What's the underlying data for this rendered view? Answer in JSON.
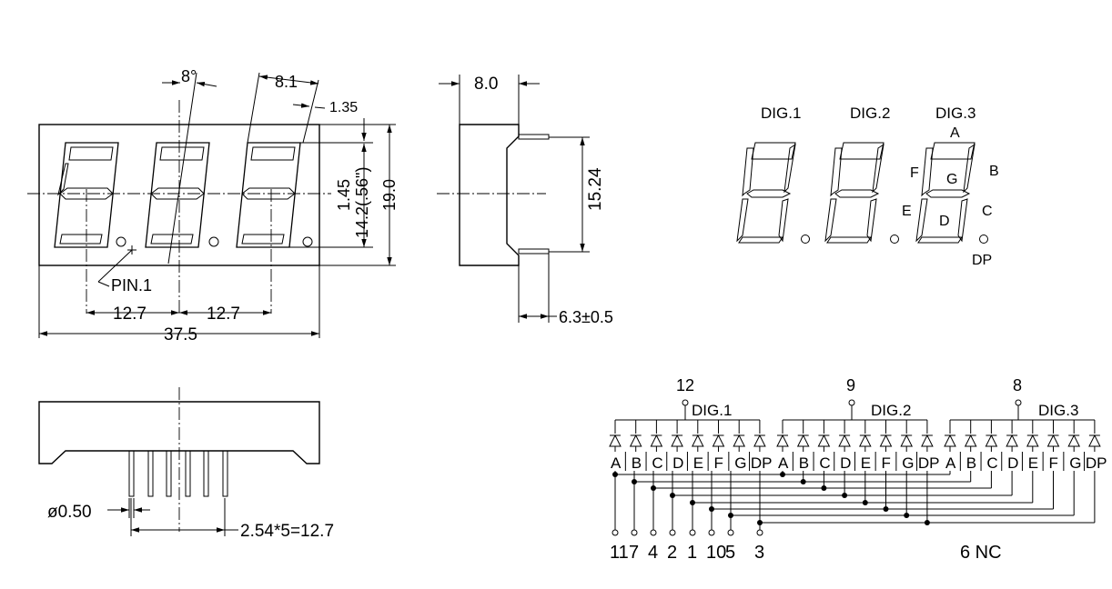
{
  "front_view": {
    "dim_angle": "8°",
    "dim_seg_width": "8.1",
    "dim_top_gap": "1.35",
    "dim_bottom_gap": "1.45",
    "dim_char_height": "14.2(.56\")",
    "dim_height": "19.0",
    "pin1_label": "PIN.1",
    "dim_pitch_1": "12.7",
    "dim_pitch_2": "12.7",
    "dim_width": "37.5"
  },
  "side_view": {
    "dim_depth": "8.0",
    "dim_row_spacing": "15.24",
    "dim_pin_length": "6.3±0.5"
  },
  "bottom_view": {
    "dim_pin_diameter": "ø0.50",
    "dim_pin_span": "2.54*5=12.7"
  },
  "segment_map": {
    "digit_labels": [
      "DIG.1",
      "DIG.2",
      "DIG.3"
    ],
    "segments": {
      "a": "A",
      "b": "B",
      "c": "C",
      "d": "D",
      "e": "E",
      "f": "F",
      "g": "G",
      "dp": "DP"
    }
  },
  "circuit": {
    "digits": [
      {
        "name": "DIG.1",
        "common_pin": "12"
      },
      {
        "name": "DIG.2",
        "common_pin": "9"
      },
      {
        "name": "DIG.3",
        "common_pin": "8"
      }
    ],
    "segment_labels": [
      "A",
      "B",
      "C",
      "D",
      "E",
      "F",
      "G",
      "DP"
    ],
    "bottom_pins": [
      "11",
      "7",
      "4",
      "2",
      "1",
      "10",
      "5",
      "3"
    ],
    "nc_label": "6  NC"
  }
}
